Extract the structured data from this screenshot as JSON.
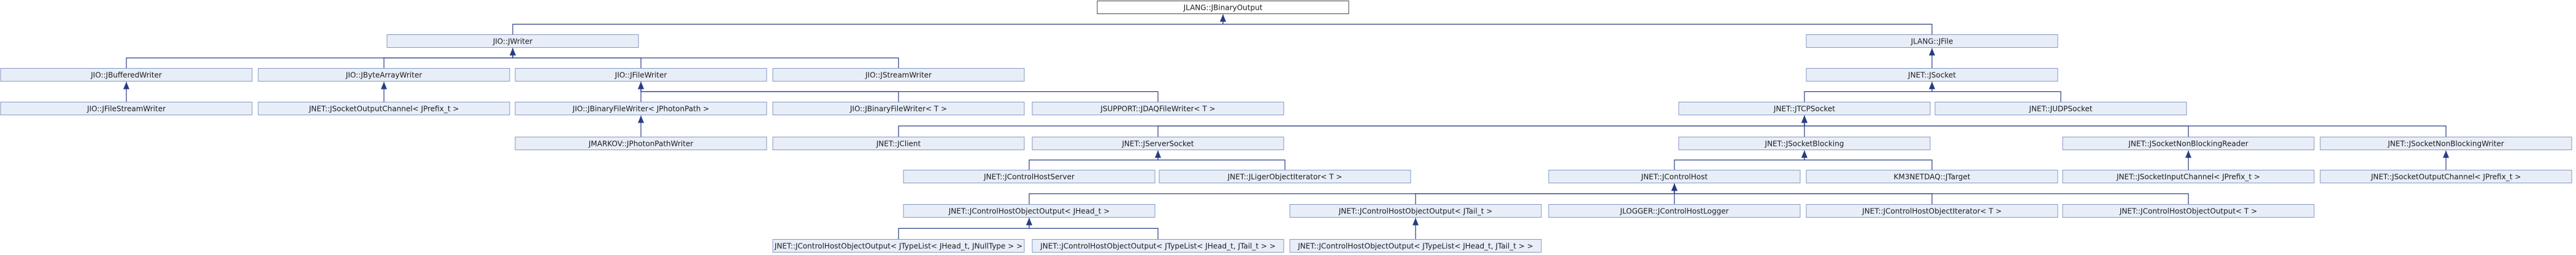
{
  "nodes": [
    {
      "id": "binaryoutput",
      "label": "JLANG::JBinaryOutput",
      "root": true
    },
    {
      "id": "writer",
      "label": "JIO::JWriter"
    },
    {
      "id": "file",
      "label": "JLANG::JFile"
    },
    {
      "id": "bufferedwriter",
      "label": "JIO::JBufferedWriter"
    },
    {
      "id": "bytearraywriter",
      "label": "JIO::JByteArrayWriter"
    },
    {
      "id": "filewriter",
      "label": "JIO::JFileWriter"
    },
    {
      "id": "streamwriter",
      "label": "JIO::JStreamWriter"
    },
    {
      "id": "socket",
      "label": "JNET::JSocket"
    },
    {
      "id": "filestreamwriter",
      "label": "JIO::JFileStreamWriter"
    },
    {
      "id": "socketoutputchannel1",
      "label": "JNET::JSocketOutputChannel< JPrefix_t >"
    },
    {
      "id": "binaryfilewriter_photon",
      "label": "JIO::JBinaryFileWriter< JPhotonPath >"
    },
    {
      "id": "binaryfilewriter_t",
      "label": "JIO::JBinaryFileWriter< T >"
    },
    {
      "id": "daqfilewriter",
      "label": "JSUPPORT::JDAQFileWriter< T >"
    },
    {
      "id": "tcpsocket",
      "label": "JNET::JTCPSocket"
    },
    {
      "id": "udpsocket",
      "label": "JNET::JUDPSocket"
    },
    {
      "id": "photonpathwriter",
      "label": "JMARKOV::JPhotonPathWriter"
    },
    {
      "id": "client",
      "label": "JNET::JClient"
    },
    {
      "id": "serversocket",
      "label": "JNET::JServerSocket"
    },
    {
      "id": "socketblocking",
      "label": "JNET::JSocketBlocking"
    },
    {
      "id": "socketnonblockingreader",
      "label": "JNET::JSocketNonBlockingReader"
    },
    {
      "id": "socketnonblockingwriter",
      "label": "JNET::JSocketNonBlockingWriter"
    },
    {
      "id": "controlhostserver",
      "label": "JNET::JControlHostServer"
    },
    {
      "id": "ligerobjectiterator",
      "label": "JNET::JLigerObjectIterator< T >"
    },
    {
      "id": "controlhost",
      "label": "JNET::JControlHost"
    },
    {
      "id": "km3netdaq_target",
      "label": "KM3NETDAQ::JTarget"
    },
    {
      "id": "socketinputchannel",
      "label": "JNET::JSocketInputChannel< JPrefix_t >"
    },
    {
      "id": "socketoutputchannel2",
      "label": "JNET::JSocketOutputChannel< JPrefix_t >"
    },
    {
      "id": "chobjout_head",
      "label": "JNET::JControlHostObjectOutput< JHead_t >"
    },
    {
      "id": "chobjout_tail",
      "label": "JNET::JControlHostObjectOutput< JTail_t >"
    },
    {
      "id": "controlhostlogger",
      "label": "JLOGGER::JControlHostLogger"
    },
    {
      "id": "chobjiterator",
      "label": "JNET::JControlHostObjectIterator< T >"
    },
    {
      "id": "chobjout_t",
      "label": "JNET::JControlHostObjectOutput< T >"
    },
    {
      "id": "chobjout_tl_null",
      "label": "JNET::JControlHostObjectOutput< JTypeList< JHead_t, JNullType > >"
    },
    {
      "id": "chobjout_tl_head_tail1",
      "label": "JNET::JControlHostObjectOutput< JTypeList< JHead_t, JTail_t > >"
    },
    {
      "id": "chobjout_tl_head_tail2",
      "label": "JNET::JControlHostObjectOutput< JTypeList< JHead_t, JTail_t > >"
    }
  ],
  "edges": [
    {
      "from": "writer",
      "to": "binaryoutput"
    },
    {
      "from": "file",
      "to": "binaryoutput"
    },
    {
      "from": "bufferedwriter",
      "to": "writer"
    },
    {
      "from": "bytearraywriter",
      "to": "writer"
    },
    {
      "from": "filewriter",
      "to": "writer"
    },
    {
      "from": "streamwriter",
      "to": "writer"
    },
    {
      "from": "socket",
      "to": "file"
    },
    {
      "from": "filestreamwriter",
      "to": "bufferedwriter"
    },
    {
      "from": "socketoutputchannel1",
      "to": "bytearraywriter"
    },
    {
      "from": "binaryfilewriter_photon",
      "to": "filewriter"
    },
    {
      "from": "binaryfilewriter_t",
      "to": "filewriter"
    },
    {
      "from": "daqfilewriter",
      "to": "filewriter"
    },
    {
      "from": "tcpsocket",
      "to": "socket"
    },
    {
      "from": "udpsocket",
      "to": "socket"
    },
    {
      "from": "photonpathwriter",
      "to": "binaryfilewriter_photon"
    },
    {
      "from": "client",
      "to": "tcpsocket"
    },
    {
      "from": "serversocket",
      "to": "tcpsocket"
    },
    {
      "from": "socketblocking",
      "to": "tcpsocket"
    },
    {
      "from": "socketnonblockingreader",
      "to": "tcpsocket"
    },
    {
      "from": "socketnonblockingwriter",
      "to": "tcpsocket"
    },
    {
      "from": "controlhostserver",
      "to": "serversocket"
    },
    {
      "from": "ligerobjectiterator",
      "to": "serversocket"
    },
    {
      "from": "controlhost",
      "to": "socketblocking"
    },
    {
      "from": "km3netdaq_target",
      "to": "socketblocking"
    },
    {
      "from": "socketinputchannel",
      "to": "socketnonblockingreader"
    },
    {
      "from": "socketoutputchannel2",
      "to": "socketnonblockingwriter"
    },
    {
      "from": "chobjout_head",
      "to": "controlhost"
    },
    {
      "from": "chobjout_tail",
      "to": "controlhost"
    },
    {
      "from": "controlhostlogger",
      "to": "controlhost"
    },
    {
      "from": "chobjiterator",
      "to": "controlhost"
    },
    {
      "from": "chobjout_t",
      "to": "controlhost"
    },
    {
      "from": "chobjout_tl_null",
      "to": "chobjout_head"
    },
    {
      "from": "chobjout_tl_head_tail1",
      "to": "chobjout_head"
    },
    {
      "from": "chobjout_tl_head_tail2",
      "to": "chobjout_tail"
    }
  ]
}
